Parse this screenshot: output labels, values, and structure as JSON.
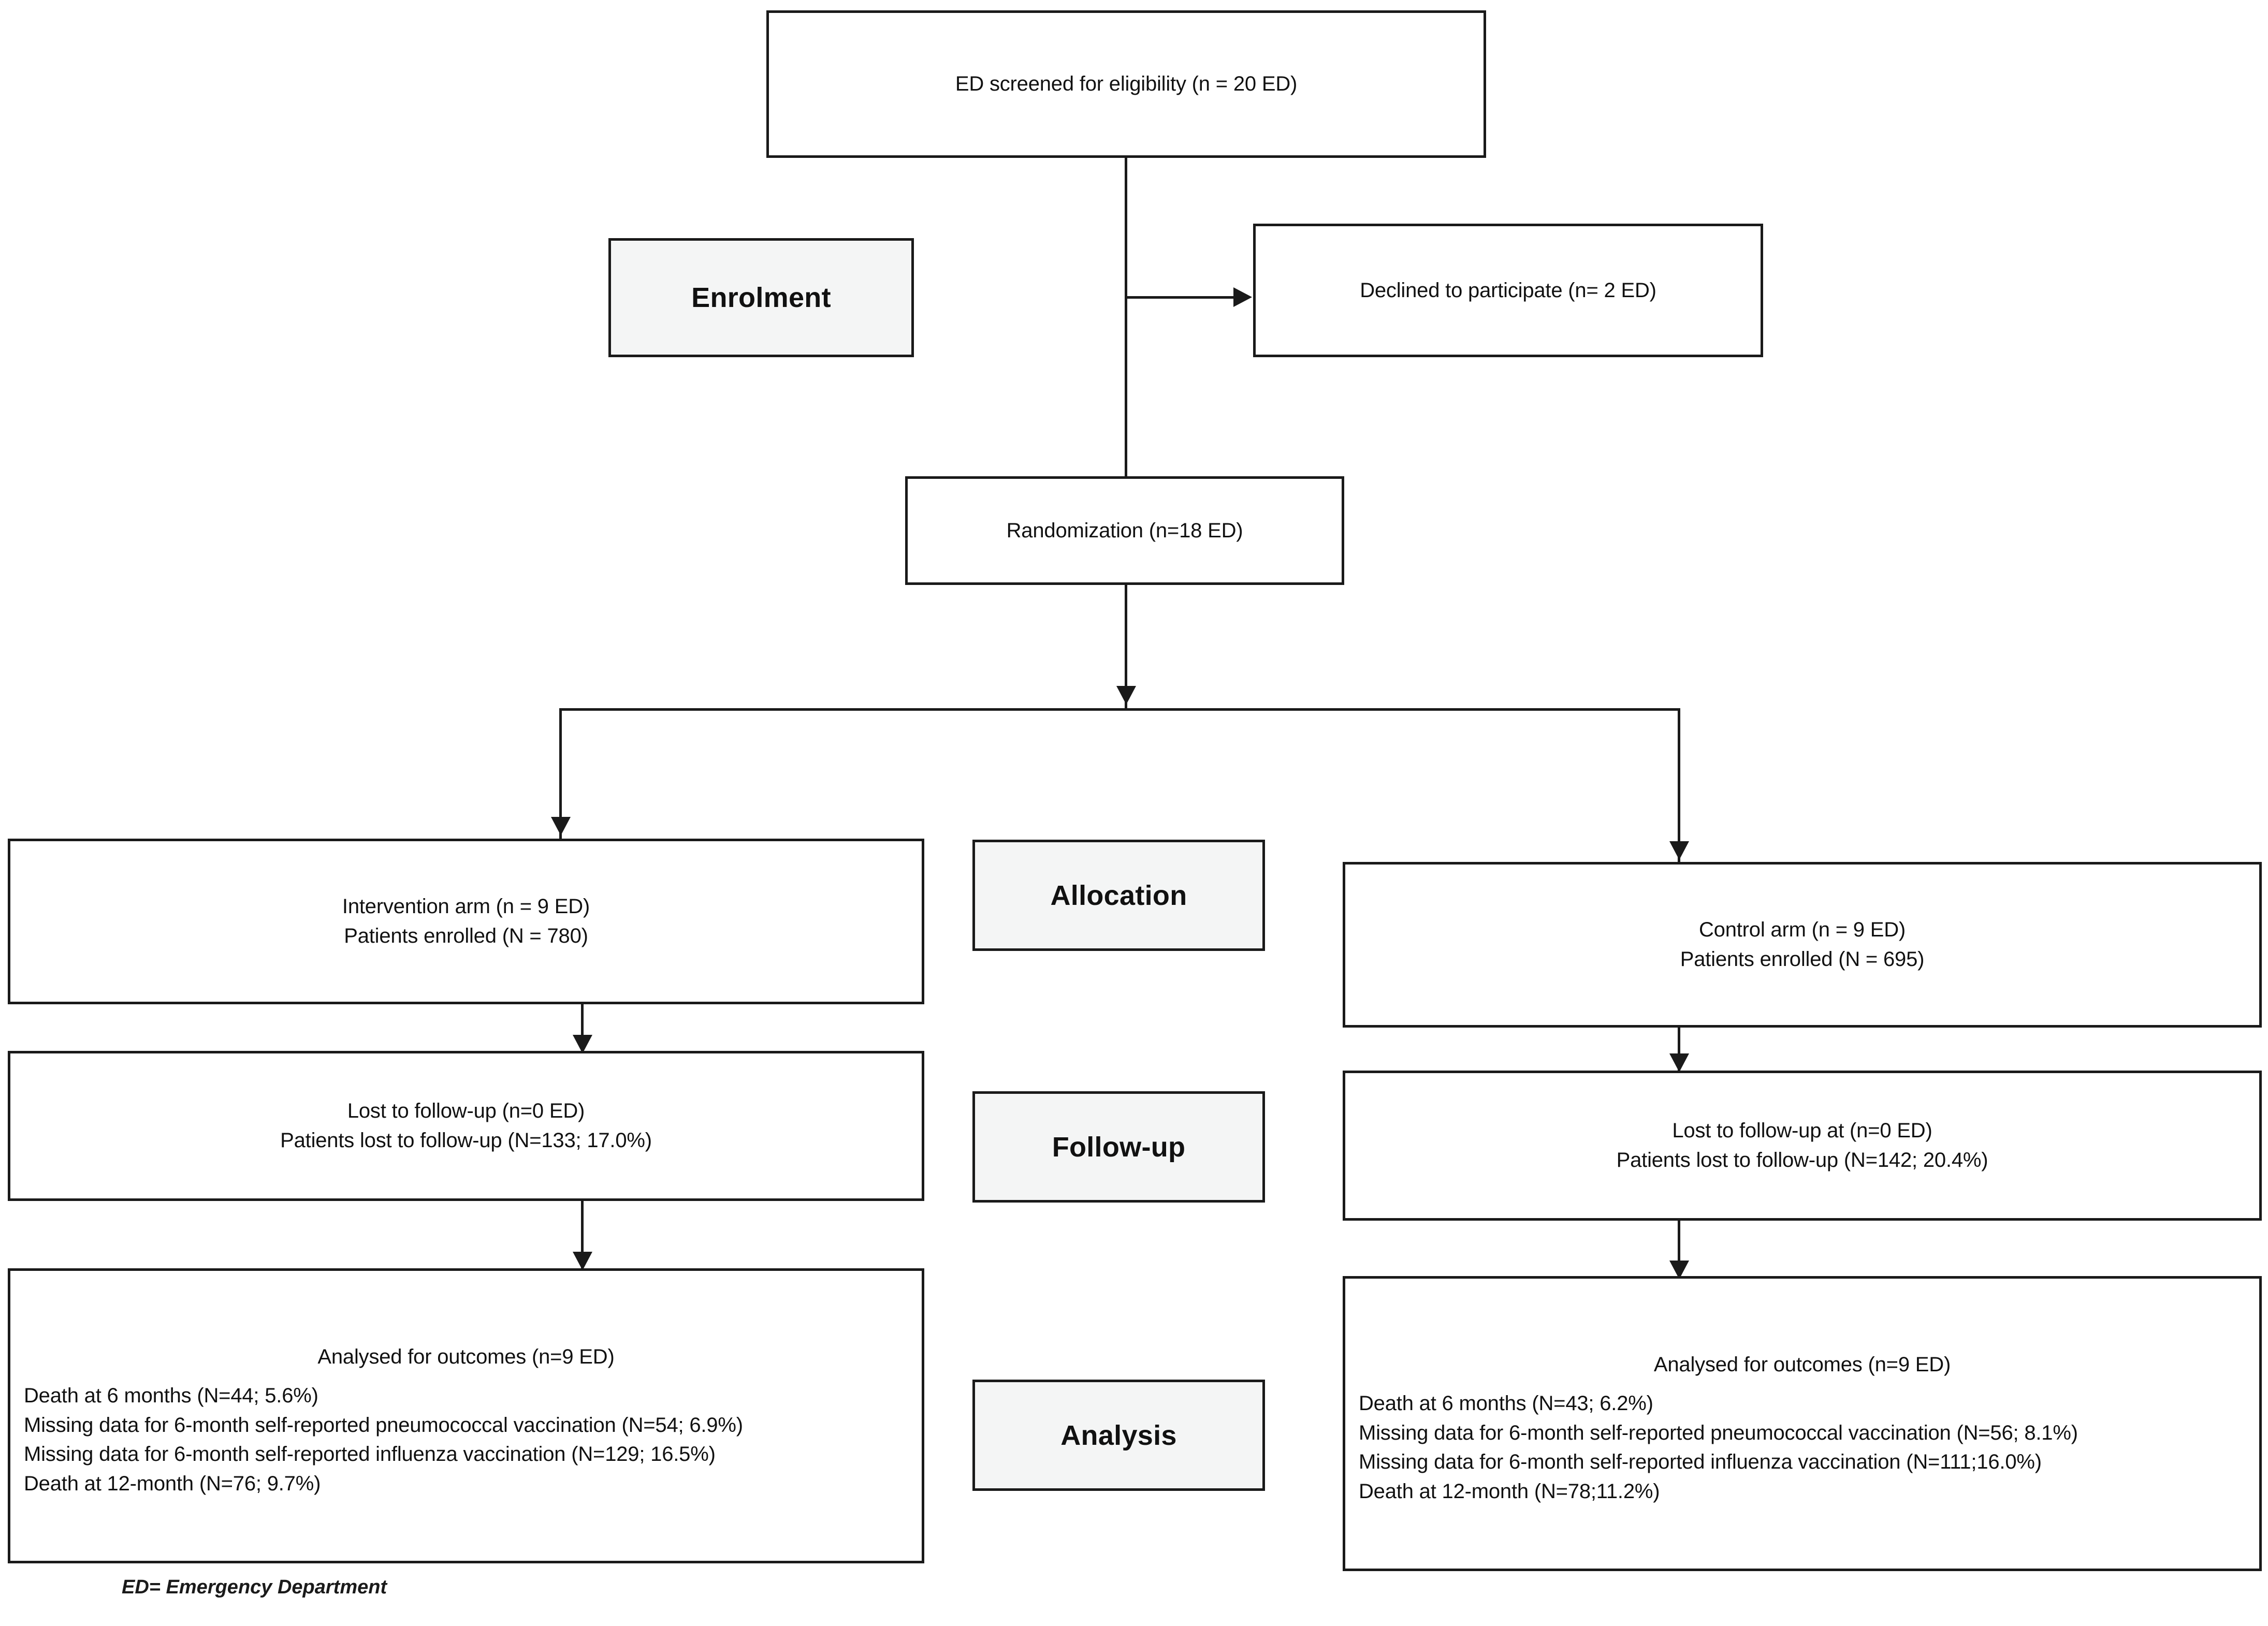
{
  "diagram": {
    "type": "consort-flow-diagram",
    "footnote": "ED= Emergency Department"
  },
  "stages": {
    "enrolment": "Enrolment",
    "allocation": "Allocation",
    "followup": "Follow-up",
    "analysis": "Analysis"
  },
  "nodes": {
    "screened": {
      "lines": [
        "ED screened for eligibility (n = 20 ED)"
      ]
    },
    "declined": {
      "lines": [
        "Declined to participate (n= 2 ED)"
      ]
    },
    "randomization": {
      "lines": [
        "Randomization (n=18 ED)"
      ]
    },
    "intervention_allocation": {
      "lines": [
        "Intervention arm (n = 9 ED)",
        "Patients enrolled (N = 780)"
      ]
    },
    "control_allocation": {
      "lines": [
        "Control arm (n = 9 ED)",
        "Patients enrolled (N = 695)"
      ]
    },
    "intervention_followup": {
      "lines": [
        "Lost to follow-up (n=0 ED)",
        "Patients lost to follow-up (N=133; 17.0%)"
      ]
    },
    "control_followup": {
      "lines": [
        "Lost to follow-up at (n=0 ED)",
        "Patients lost to follow-up (N=142; 20.4%)"
      ]
    },
    "intervention_analysis": {
      "heading": "Analysed for outcomes (n=9 ED)",
      "lines": [
        "Death at 6 months (N=44; 5.6%)",
        "Missing data for 6-month self-reported pneumococcal vaccination (N=54; 6.9%)",
        "Missing data for 6-month self-reported influenza vaccination (N=129; 16.5%)",
        "Death at 12-month (N=76; 9.7%)"
      ]
    },
    "control_analysis": {
      "heading": "Analysed for outcomes (n=9 ED)",
      "lines": [
        "Death at 6 months (N=43; 6.2%)",
        "Missing data for 6-month self-reported pneumococcal vaccination (N=56; 8.1%)",
        "Missing data for 6-month self-reported influenza vaccination (N=111;16.0%)",
        "Death at 12-month (N=78;11.2%)"
      ]
    }
  },
  "colors": {
    "line": "#1a1a1a",
    "stage_fill": "#f4f5f5",
    "text": "#111111",
    "background": "#ffffff"
  }
}
